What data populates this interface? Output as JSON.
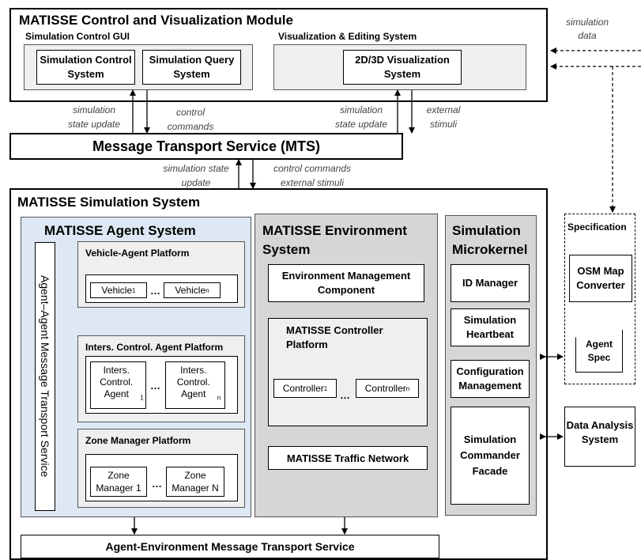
{
  "control_module": {
    "title": "MATISSE Control and Visualization Module",
    "gui_title": "Simulation Control GUI",
    "sim_control_system": "Simulation Control System",
    "sim_query_system": "Simulation Query System",
    "vis_title": "Visualization & Editing System",
    "vis_system": "2D/3D Visualization System"
  },
  "side_label": "simulation data",
  "edge_labels": {
    "state_update": "simulation state update",
    "control_commands": "control commands",
    "external_stimuli": "external stimuli",
    "control_commands_external": "control commands external stimuli"
  },
  "mts": "Message Transport Service (MTS)",
  "sim_system": {
    "title": "MATISSE Simulation System",
    "agent_system": {
      "title": "MATISSE Agent System",
      "amts": "Agent–Agent Message Transport Service",
      "vehicle_platform": "Vehicle-Agent Platform",
      "vehicle_1": "Vehicle",
      "vehicle_n": "Vehicle",
      "sub_1": "1",
      "sub_n": "n",
      "ellipsis": "…",
      "inters_platform": "Inters. Control. Agent Platform",
      "inters_1": "Inters. Control. Agent",
      "inters_n": "Inters. Control. Agent",
      "zone_platform": "Zone Manager Platform",
      "zone_1": "Zone Manager 1",
      "zone_n": "Zone Manager N"
    },
    "env_system": {
      "title": "MATISSE Environment System",
      "emc": "Environment Management Component",
      "controller_platform": "MATISSE Controller Platform",
      "controller_1": "Controller",
      "controller_n": "Controller",
      "traffic_network": "MATISSE Traffic Network"
    },
    "microkernel": {
      "title": "Simulation Microkernel",
      "id_manager": "ID Manager",
      "heartbeat": "Simulation Heartbeat",
      "config": "Configuration Management",
      "facade": "Simulation Commander Facade"
    },
    "aemts": "Agent-Environment Message Transport Service"
  },
  "specification": {
    "title": "Specification",
    "osm": "OSM Map Converter",
    "agent_spec": "Agent Spec"
  },
  "data_analysis": "Data Analysis System"
}
